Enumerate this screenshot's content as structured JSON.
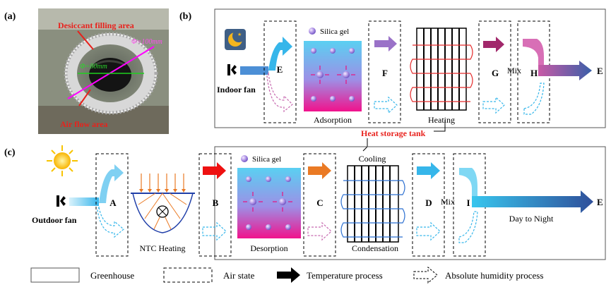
{
  "panels": {
    "a_label": "(a)",
    "b_label": "(b)",
    "c_label": "(c)"
  },
  "photo": {
    "desiccant_area": "Desiccant filling area",
    "phi_100": "Φ=100mm",
    "phi_80": "Φ=80mm",
    "airflow_area": "Air flow area"
  },
  "night": {
    "indoor_fan": "Indoor fan",
    "silica_gel": "Silica gel",
    "adsorption": "Adsorption",
    "heating": "Heating",
    "mix": "Mix",
    "states": [
      "E",
      "F",
      "G",
      "H"
    ],
    "end_state": "E"
  },
  "heat_storage_tank": "Heat storage tank",
  "day": {
    "outdoor_fan": "Outdoor fan",
    "ntc_heating": "NTC Heating",
    "silica_gel": "Silica gel",
    "desorption": "Desorption",
    "cooling": "Cooling",
    "condensation": "Condensation",
    "mix": "Mix",
    "day_to_night": "Day to Night",
    "states": [
      "A",
      "B",
      "C",
      "D",
      "I"
    ],
    "end_state": "E"
  },
  "legend": {
    "greenhouse": "Greenhouse",
    "air_state": "Air state",
    "temperature_process": "Temperature process",
    "humidity_process": "Absolute humidity process"
  },
  "colors": {
    "red_label": "#e8211c",
    "magenta": "#ff00ff",
    "arrow_blue": "#2a9fe0",
    "arrow_purple": "#9a72c8",
    "arrow_dark_magenta": "#a1286b",
    "arrow_pink": "#d86fb6",
    "arrow_dark_blue": "#3a5fa8",
    "arrow_red": "#ee1111",
    "arrow_orange": "#ea7a24",
    "gel_top": "#5ad0f2",
    "gel_bottom": "#f1128c"
  }
}
